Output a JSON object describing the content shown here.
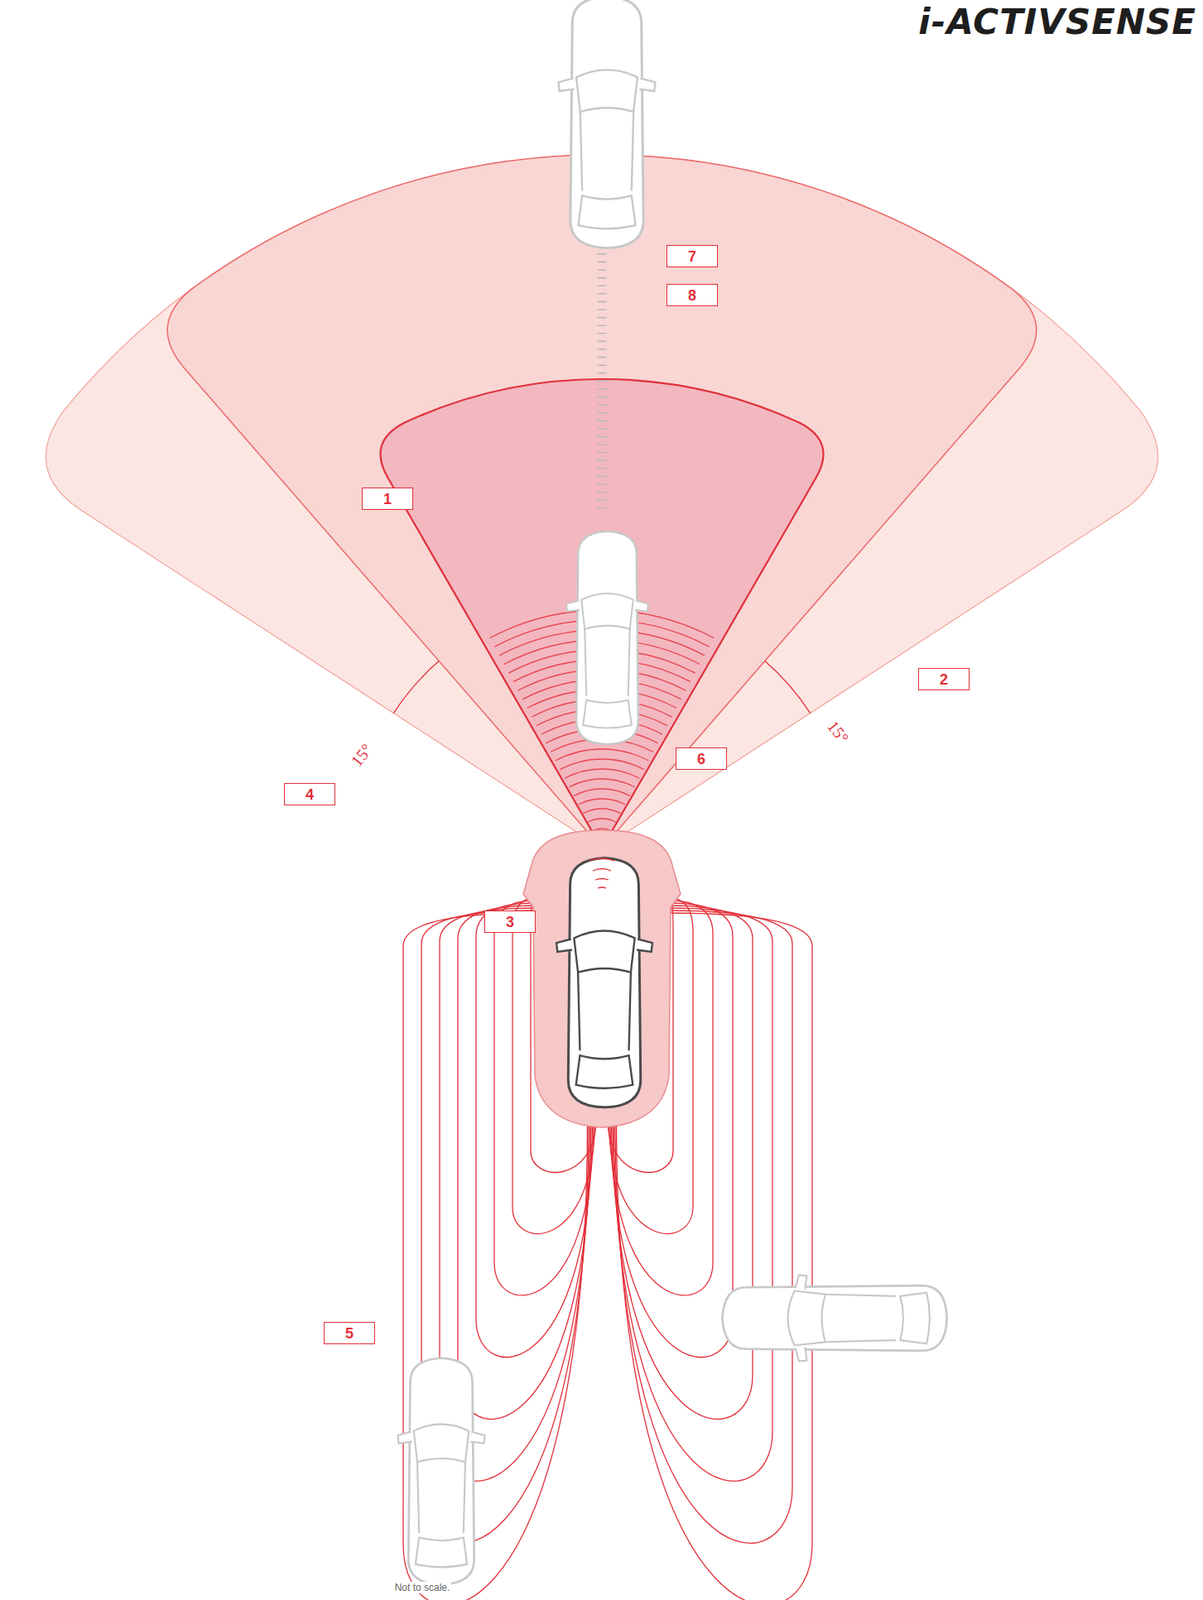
{
  "diagram": {
    "title": "i-ACTIVSENSE",
    "nodes": [
      {
        "text": [
          "7"
        ]
      },
      {
        "text": [
          "8"
        ]
      },
      {
        "text": [
          "1"
        ]
      },
      {
        "text": [
          "2"
        ]
      },
      {
        "text": [
          "6"
        ]
      },
      {
        "text": [
          "4"
        ]
      },
      {
        "text": [
          "3"
        ]
      },
      {
        "text": [
          "5"
        ]
      }
    ],
    "labels": [
      "15°",
      "15°",
      "Not to scale."
    ]
  }
}
